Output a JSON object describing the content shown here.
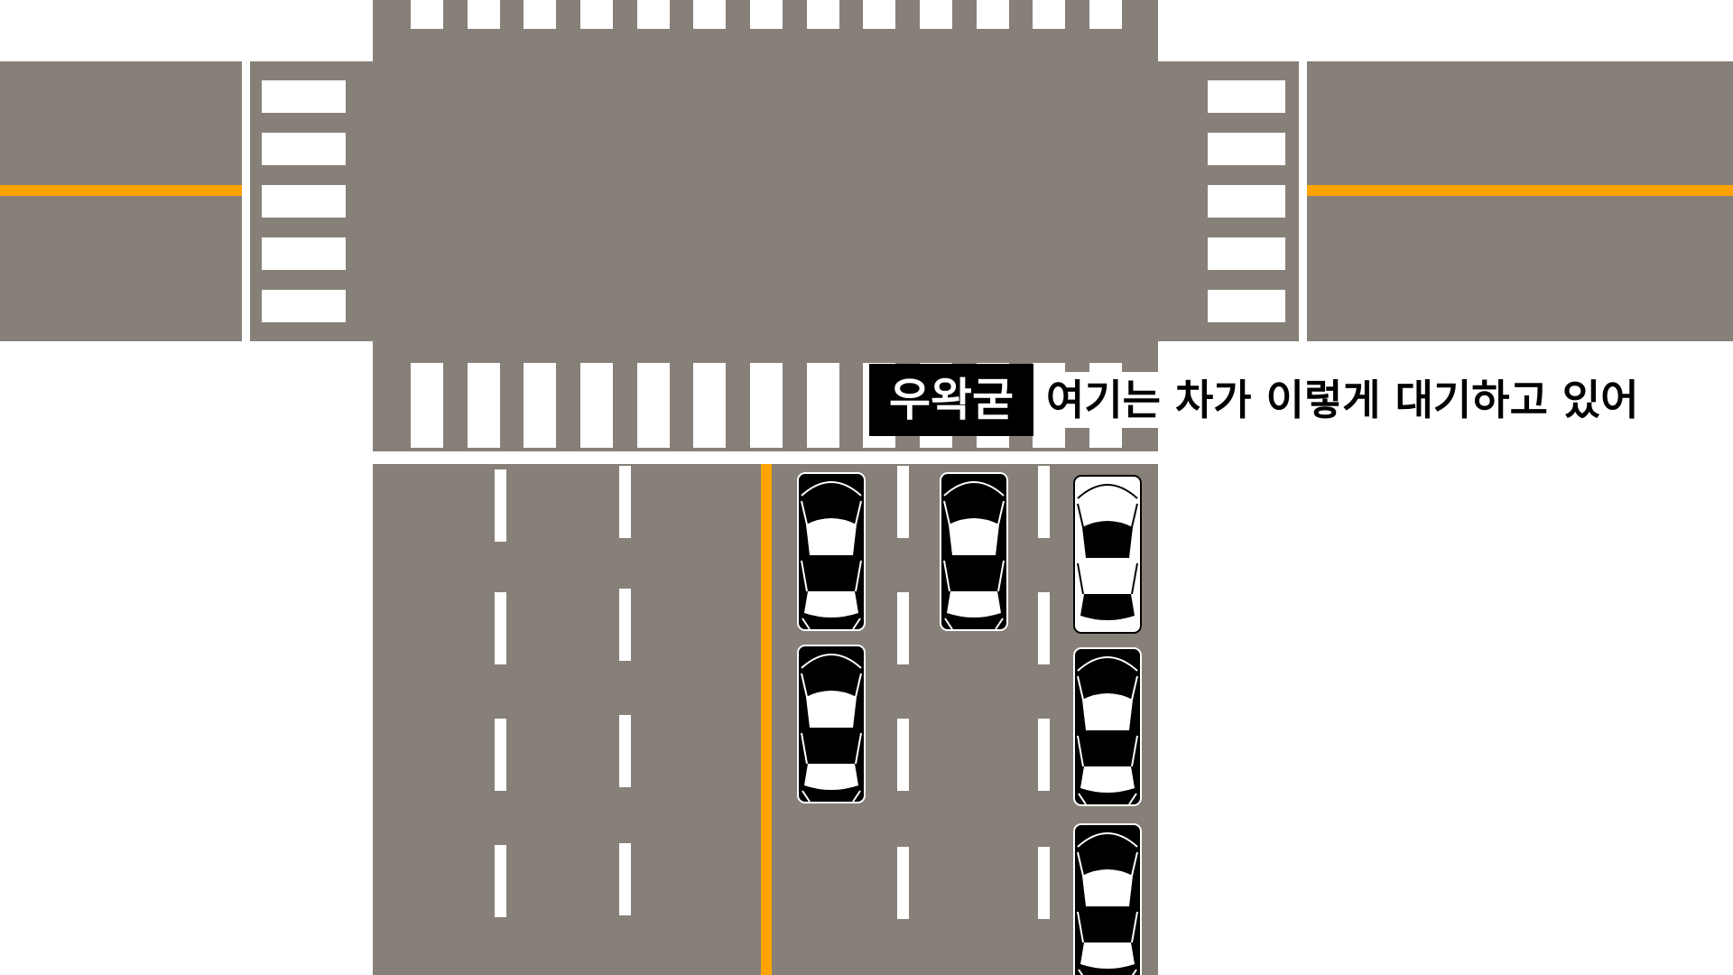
{
  "colors": {
    "road": "#878079",
    "center_line": "#FFA300",
    "lane_marking": "#FFFFFF",
    "background": "#FFFFFF",
    "car_dark": "#000000",
    "car_light": "#FFFFFF"
  },
  "subtitle": {
    "speaker": "우왁굳",
    "text": "여기는 차가 이렇게 대기하고 있어"
  },
  "cars": [
    {
      "lane": 1,
      "slot": 1,
      "color": "dark"
    },
    {
      "lane": 1,
      "slot": 2,
      "color": "dark"
    },
    {
      "lane": 2,
      "slot": 1,
      "color": "dark"
    },
    {
      "lane": 3,
      "slot": 1,
      "color": "light"
    },
    {
      "lane": 3,
      "slot": 2,
      "color": "dark"
    },
    {
      "lane": 3,
      "slot": 3,
      "color": "dark"
    }
  ]
}
